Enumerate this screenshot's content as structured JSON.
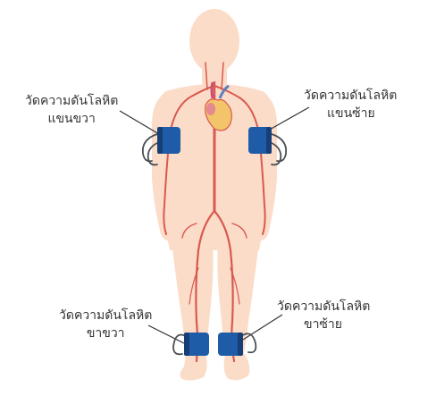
{
  "labels": {
    "right_arm": {
      "line1": "วัดความดันโลหิต",
      "line2": "แขนขวา"
    },
    "left_arm": {
      "line1": "วัดความดันโลหิต",
      "line2": "แขนซ้าย"
    },
    "right_leg": {
      "line1": "วัดความดันโลหิต",
      "line2": "ขาขวา"
    },
    "left_leg": {
      "line1": "วัดความดันโลหิต",
      "line2": "ขาซ้าย"
    }
  },
  "colors": {
    "skin": "#fbdcc8",
    "artery": "#d9594f",
    "cuff": "#1f5ca8",
    "cuff_dark": "#163f78",
    "tube": "#4a4f55",
    "heart": "#f3c46a",
    "leader_line": "#333333"
  },
  "icons": {
    "heart": "heart-icon",
    "cuff": "blood-pressure-cuff-icon"
  }
}
